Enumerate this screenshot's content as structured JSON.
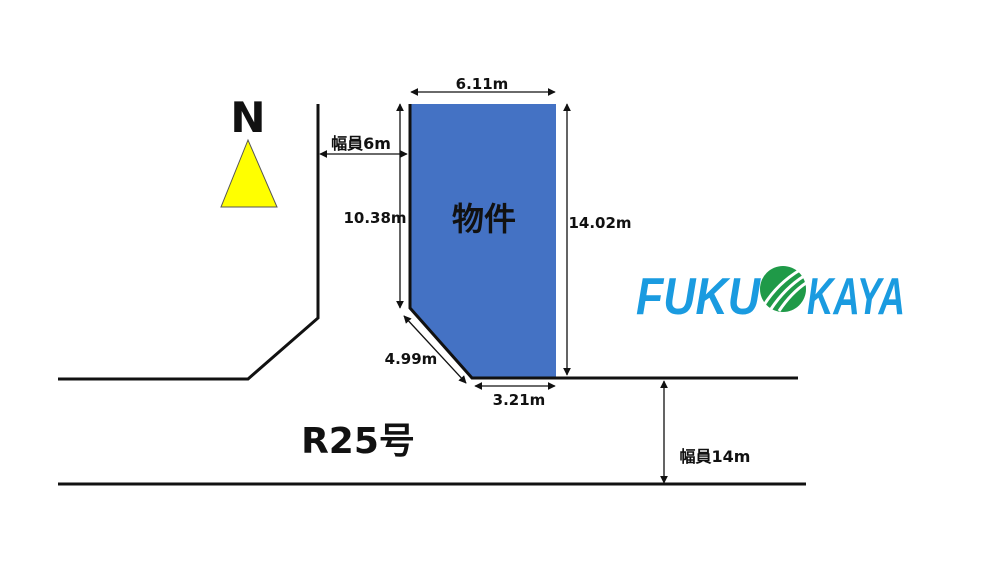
{
  "north_label": "N",
  "property_label": "物件",
  "road_name": "R25号",
  "dimensions": {
    "top": "6.11m",
    "left": "10.38m",
    "right": "14.02m",
    "corner": "4.99m",
    "bottom": "3.21m",
    "side_road_width": "幅員6m",
    "main_road_width": "幅員14m"
  },
  "logo": {
    "left": "FUKU",
    "right": "KAYA"
  },
  "colors": {
    "property": "#4472c4",
    "north_marker": "#ffff00",
    "logo_blue": "#1a9be0",
    "logo_green": "#1f9a48"
  }
}
